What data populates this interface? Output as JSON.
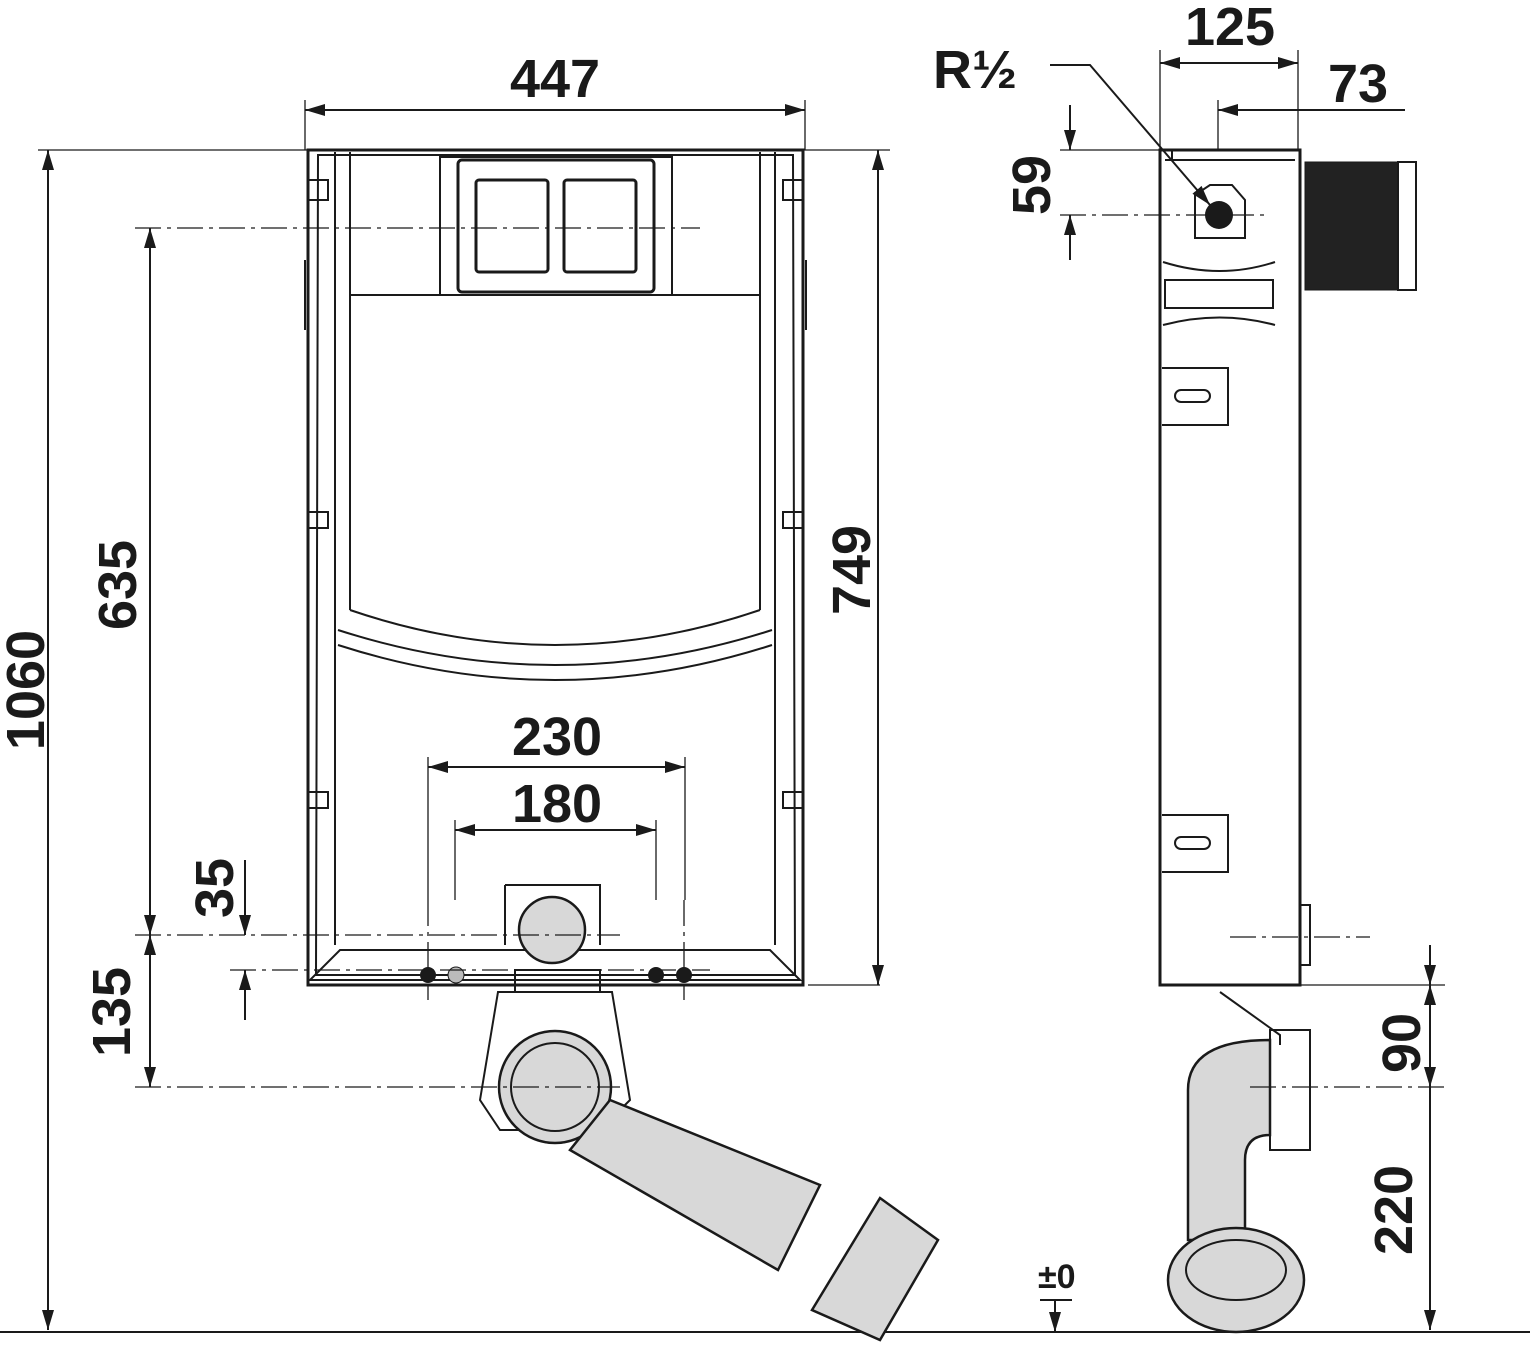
{
  "drawing": {
    "front_view": {
      "width_label": "447",
      "total_height_label": "1060",
      "fixing_height_label": "635",
      "frame_height_label": "749",
      "bolt_spacing_outer_label": "230",
      "bolt_spacing_inner_label": "180",
      "bolt_offset_label": "35",
      "outlet_height_label": "135"
    },
    "side_view": {
      "depth_label": "125",
      "inlet_depth_label": "73",
      "thread_label": "R½",
      "inlet_offset_label": "59",
      "outlet_offset_label": "90",
      "floor_height_label": "220",
      "floor_level_label": "±0"
    },
    "colors": {
      "line": "#1a1a1a",
      "pipe_fill": "#d8d8d8"
    }
  }
}
